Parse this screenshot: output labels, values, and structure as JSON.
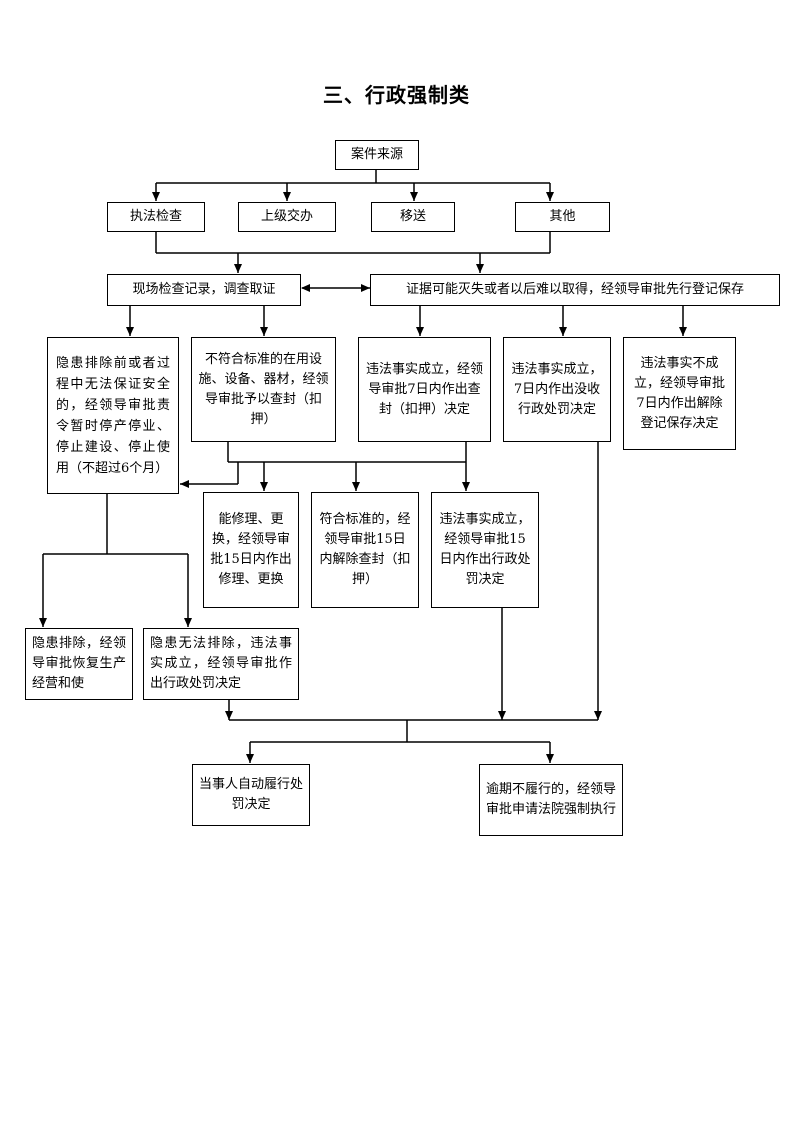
{
  "title": "三、行政强制类",
  "nodes": {
    "source": "案件来源",
    "inspect": "执法检查",
    "superior": "上级交办",
    "transfer": "移送",
    "other": "其他",
    "onsite": "现场检查记录，调查取证",
    "preserve": "证据可能灭失或者以后难以取得，经领导审批先行登记保存",
    "hazard": "隐患排除前或者过程中无法保证安全的，经领导审批责令暂时停产停业、停止建设、停止使用（不超过6个月）",
    "nonstandard": "不符合标准的在用设施、设备、器材，经领导审批予以查封（扣押）",
    "seize7": "违法事实成立，经领导审批7日内作出查封（扣押）决定",
    "confiscate": "违法事实成立，7日内作出没收行政处罚决定",
    "release7": "违法事实不成立，经领导审批7日内作出解除登记保存决定",
    "repair": "能修理、更换，经领导审批15日内作出修理、更换",
    "release15": "符合标准的，经领导审批15日内解除查封（扣押）",
    "penalty15": "违法事实成立，经领导审批15日内作出行政处罚决定",
    "resume": "隐患排除，经领导审批恢复生产经营和使",
    "notremoved": "隐患无法排除，违法事实成立，经领导审批作出行政处罚决定",
    "comply": "当事人自动履行处罚决定",
    "enforce": "逾期不履行的，经领导审批申请法院强制执行"
  }
}
